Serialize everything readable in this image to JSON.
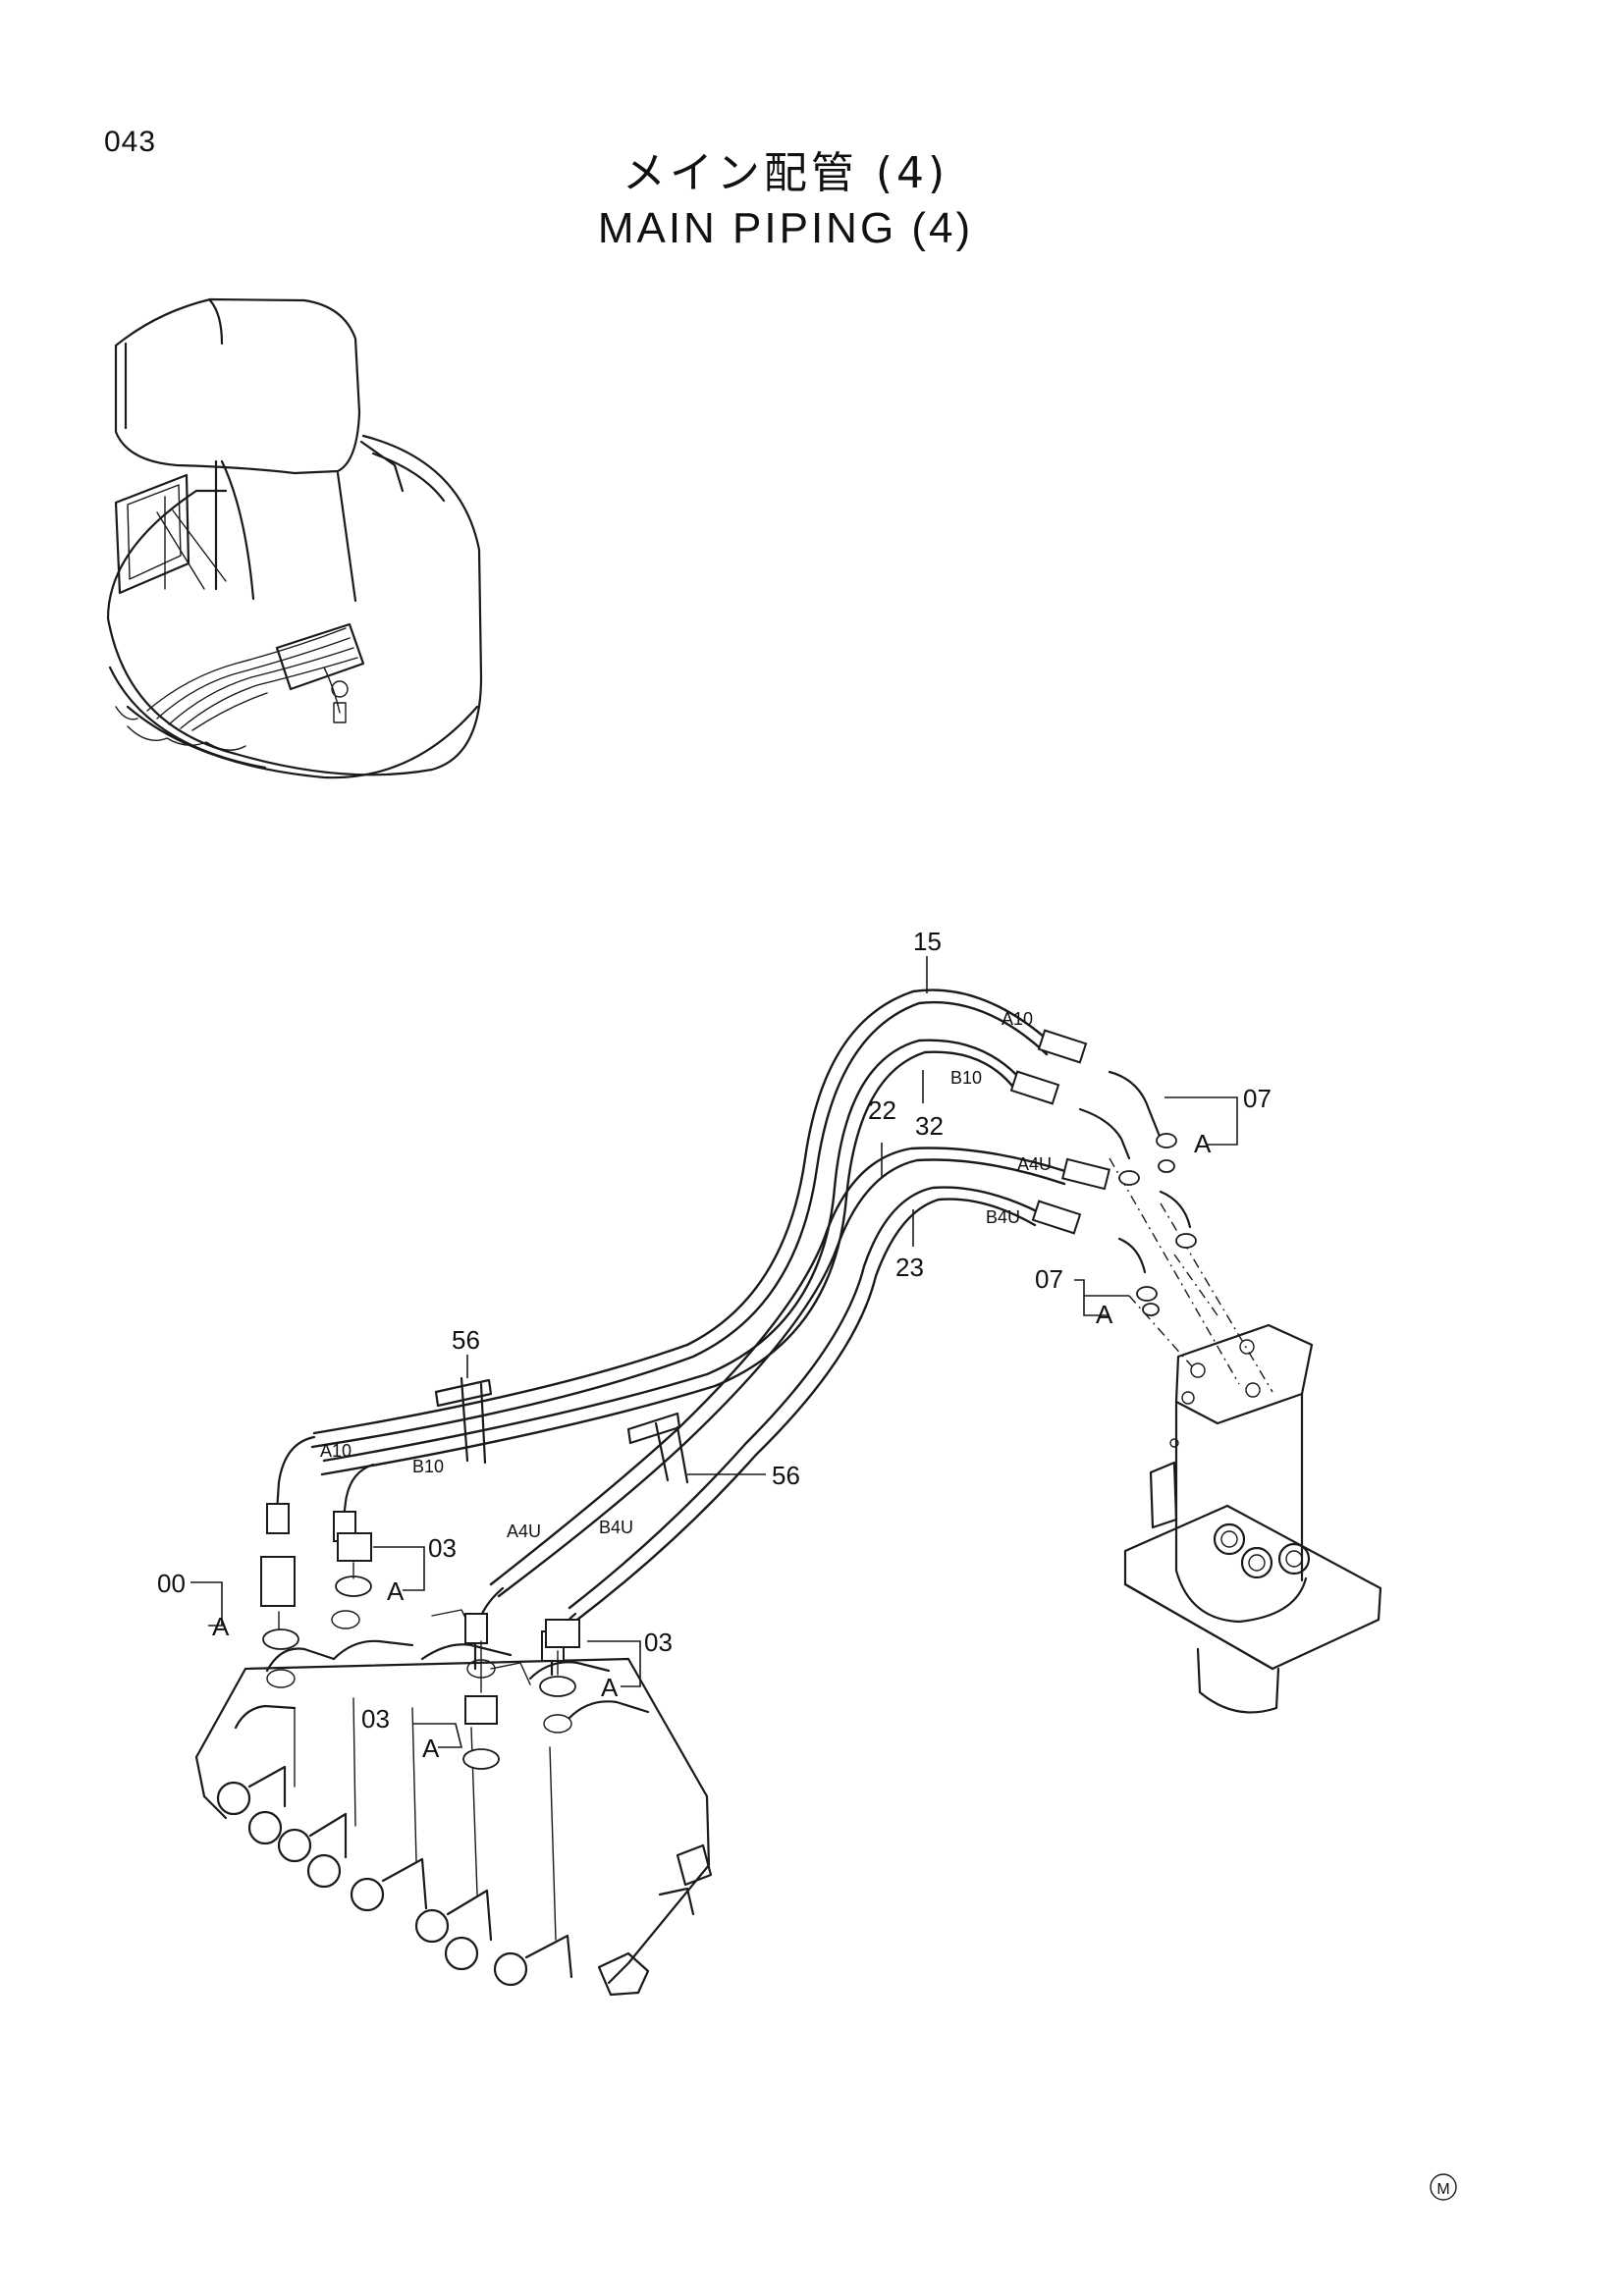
{
  "page": {
    "number": "043",
    "title_jp": "メイン配管 (4)",
    "title_en": "MAIN PIPING (4)"
  },
  "callouts": {
    "p15": "15",
    "p07_top": "07",
    "p32": "32",
    "p22": "22",
    "p23": "23",
    "p07_mid": "07",
    "p56_top": "56",
    "p56_mid": "56",
    "p03_top": "03",
    "p03_right": "03",
    "p03_low": "03",
    "p00": "00"
  },
  "detail_marks": {
    "a_top": "A",
    "a_mid": "A",
    "a_03top": "A",
    "a_00": "A",
    "a_03right": "A",
    "a_03low": "A"
  },
  "port_tags": {
    "a10_top": "A10",
    "b10_top": "B10",
    "a4u_top": "A4U",
    "b4u_top": "B4U",
    "a10_bot": "A10",
    "b10_bot": "B10",
    "a4u_bot": "A4U",
    "b4u_bot": "B4U"
  },
  "corner_mark": "M"
}
